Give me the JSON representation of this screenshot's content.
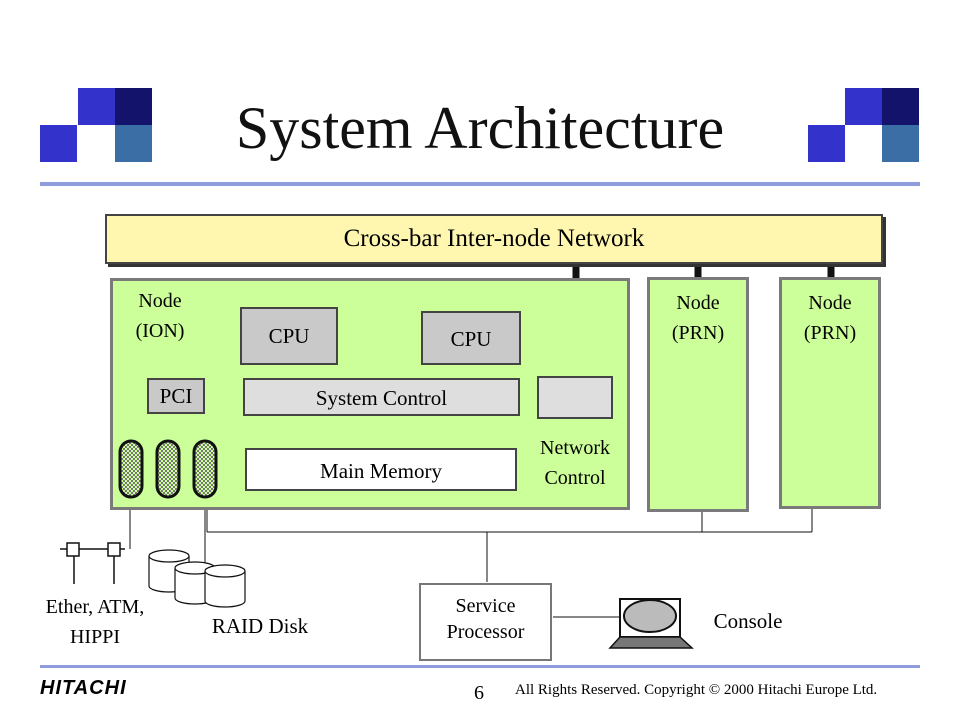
{
  "title": "System Architecture",
  "crossbar_label": "Cross-bar Inter-node Network",
  "node_ion": {
    "line1": "Node",
    "line2": "(ION)"
  },
  "node_prn_1": {
    "line1": "Node",
    "line2": "(PRN)"
  },
  "node_prn_2": {
    "line1": "Node",
    "line2": "(PRN)"
  },
  "cpu_1": "CPU",
  "cpu_2": "CPU",
  "cpu_dots": "........",
  "pci": "PCI",
  "system_control": "System Control",
  "main_memory": "Main Memory",
  "network_control": {
    "line1": "Network",
    "line2": "Control"
  },
  "ether": {
    "line1": "Ether, ATM,",
    "line2": "HIPPI"
  },
  "raid_disk": "RAID Disk",
  "service_processor": {
    "line1": "Service",
    "line2": "Processor"
  },
  "console": "Console",
  "footer": {
    "logo": "HITACHI",
    "page_number": "6",
    "copyright": "All Rights Reserved. Copyright © 2000 Hitachi Europe Ltd."
  },
  "colors": {
    "node_fill": "#ccff99",
    "crossbar_fill": "#fff7b0",
    "accent_dark_blue": "#1a1a80",
    "accent_blue": "#3333cc",
    "accent_steel": "#3a6ea5",
    "rule": "#8f9cde"
  }
}
